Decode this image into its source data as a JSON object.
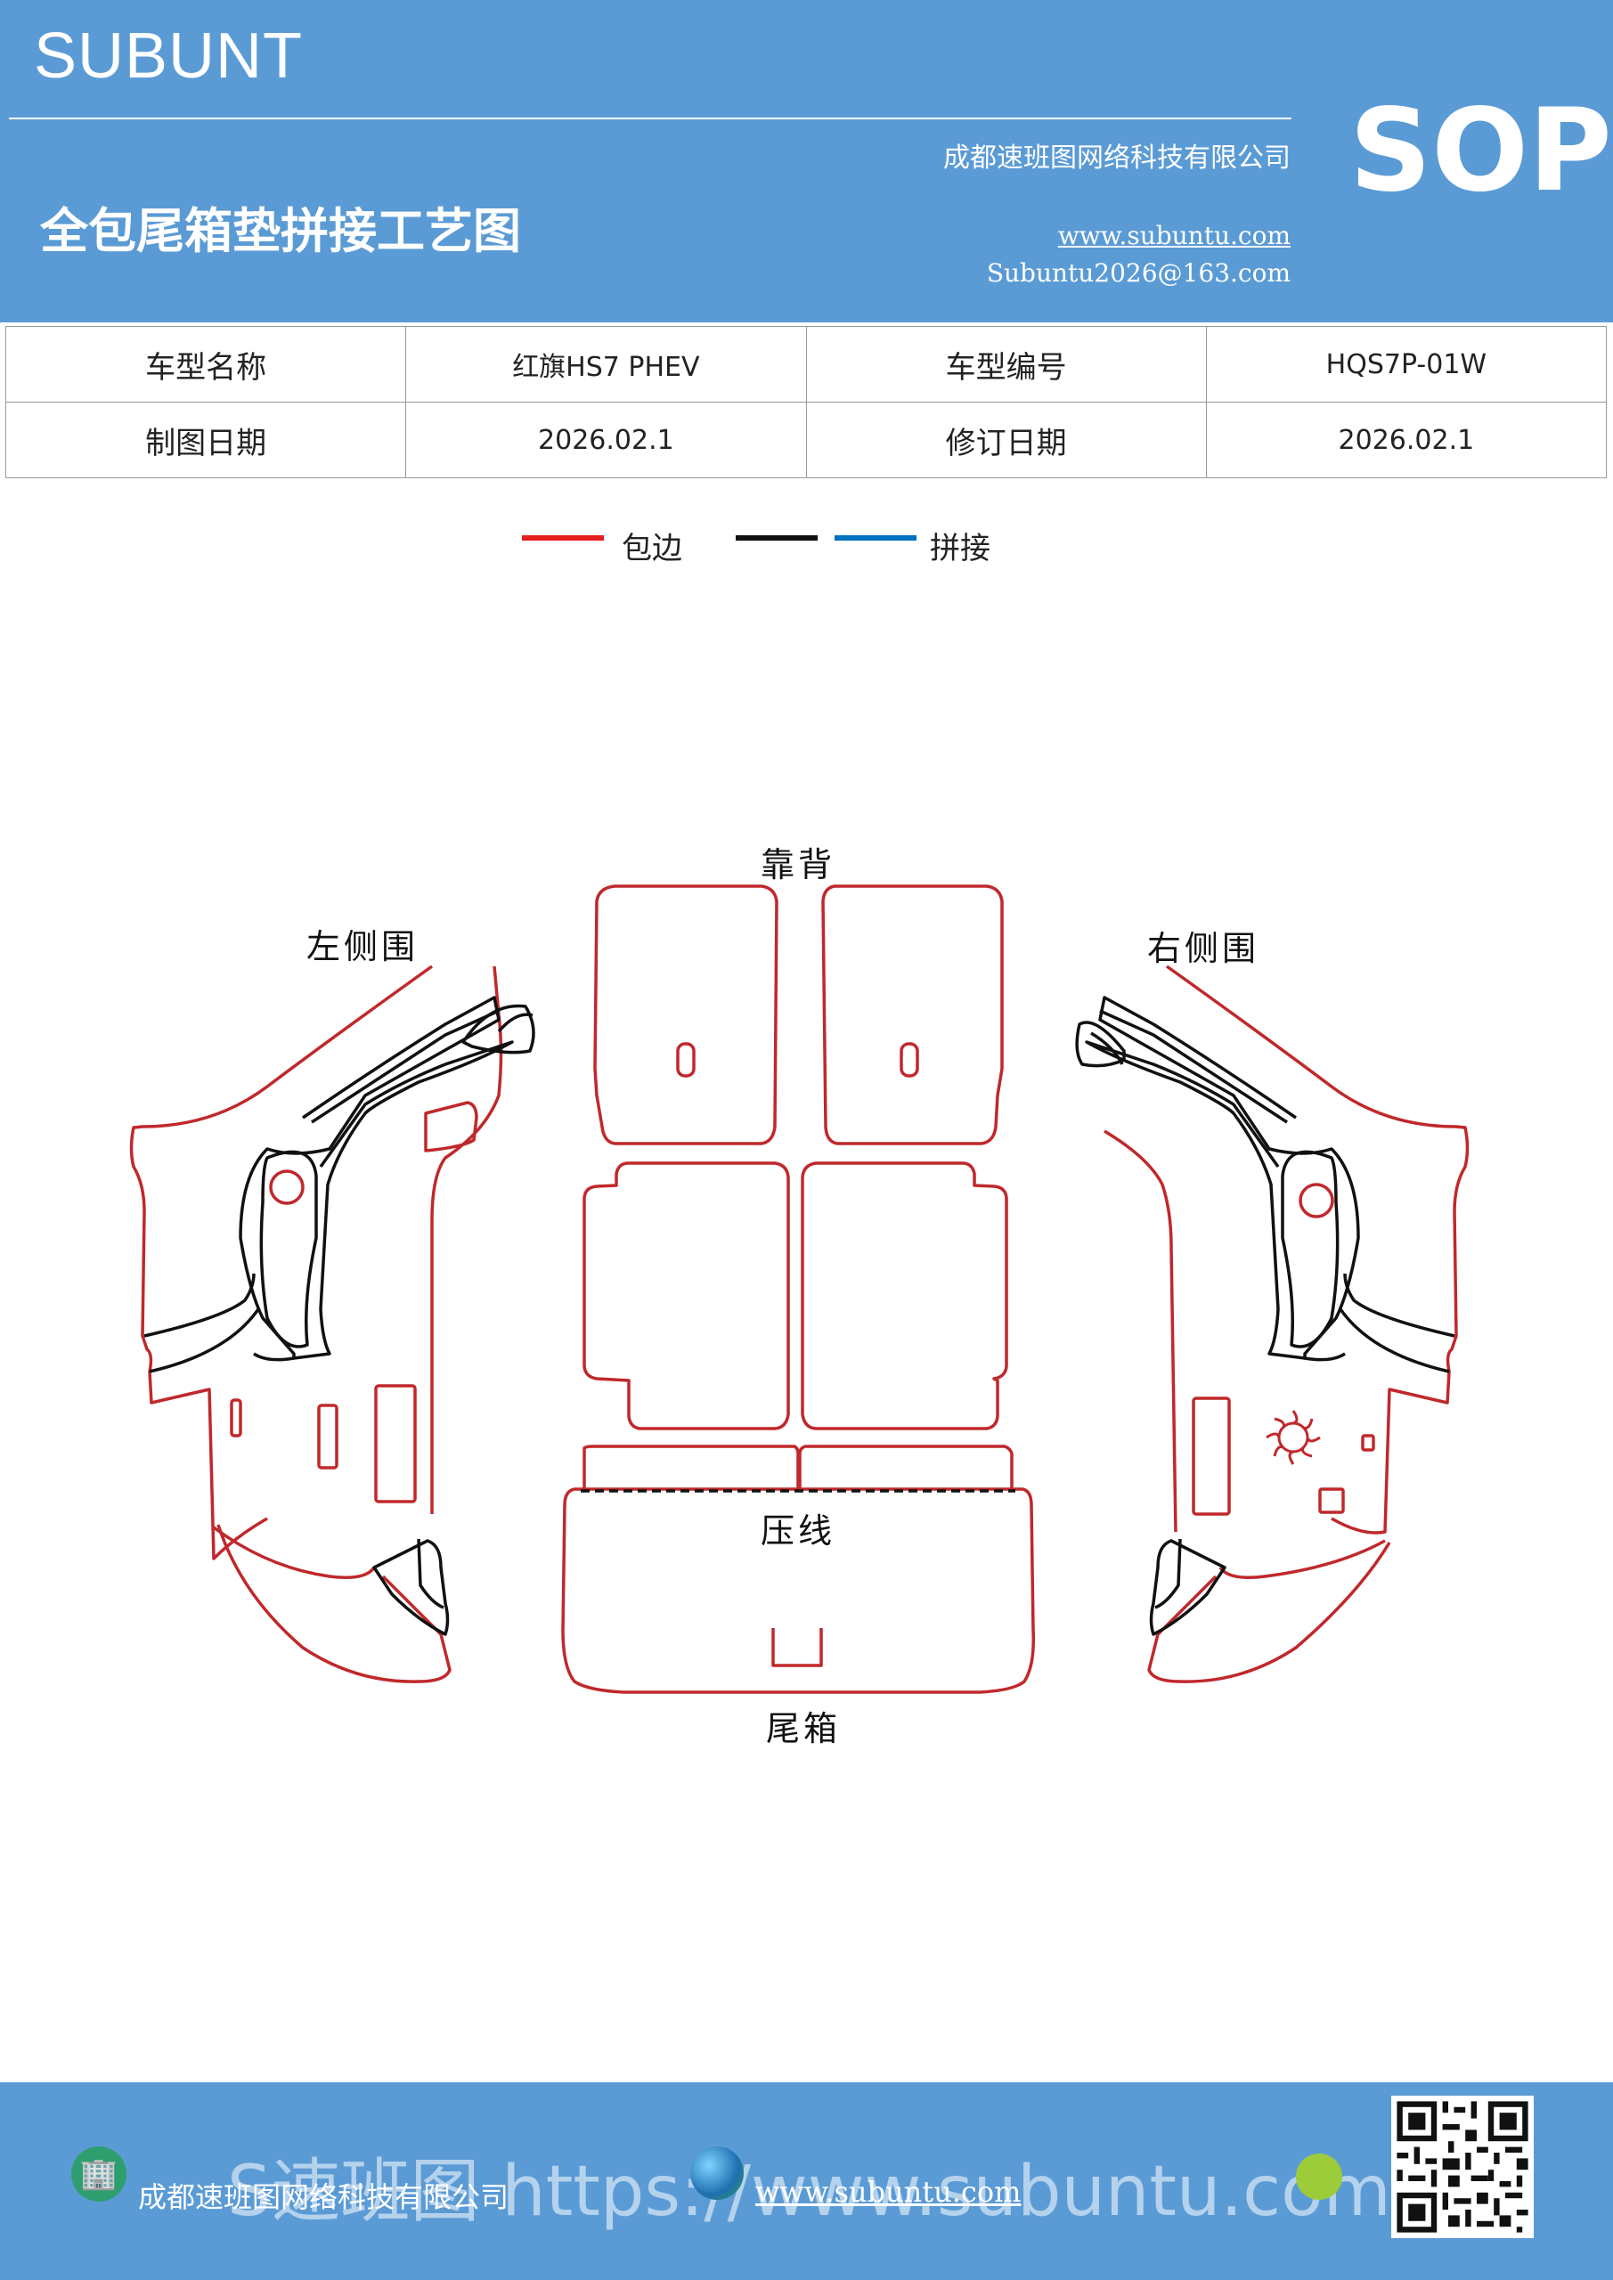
{
  "header": {
    "brand": "SUBUNT",
    "sop_label": "SOP",
    "company": "成都速班图网络科技有限公司",
    "title": "全包尾箱垫拼接工艺图",
    "website": "www.subuntu.com",
    "email": "Subuntu2026@163.com",
    "background_color": "#5b9bd5"
  },
  "info_table": {
    "rows": [
      {
        "label1": "车型名称",
        "value1": "红旗HS7  PHEV",
        "label2": "车型编号",
        "value2": "HQS7P-01W"
      },
      {
        "label1": "制图日期",
        "value1": "2026.02.1",
        "label2": "修订日期",
        "value2": "2026.02.1"
      }
    ]
  },
  "legend": {
    "items": [
      {
        "label": "包边",
        "color": "#e41e1e"
      },
      {
        "label": "拼接",
        "colors": [
          "#111111",
          "#0070c0"
        ]
      }
    ]
  },
  "diagram": {
    "labels": {
      "backrest": "靠背",
      "left_side": "左侧围",
      "right_side": "右侧围",
      "crease": "压线",
      "trunk": "尾箱"
    },
    "edge_color": "#c0282b",
    "seam_color": "#111111"
  },
  "footer": {
    "company": "成都速班图网络科技有限公司",
    "website": "www.subuntu.com",
    "watermark": "S速班图 https://www.subuntu.com",
    "background_color": "#5b9bd5"
  }
}
